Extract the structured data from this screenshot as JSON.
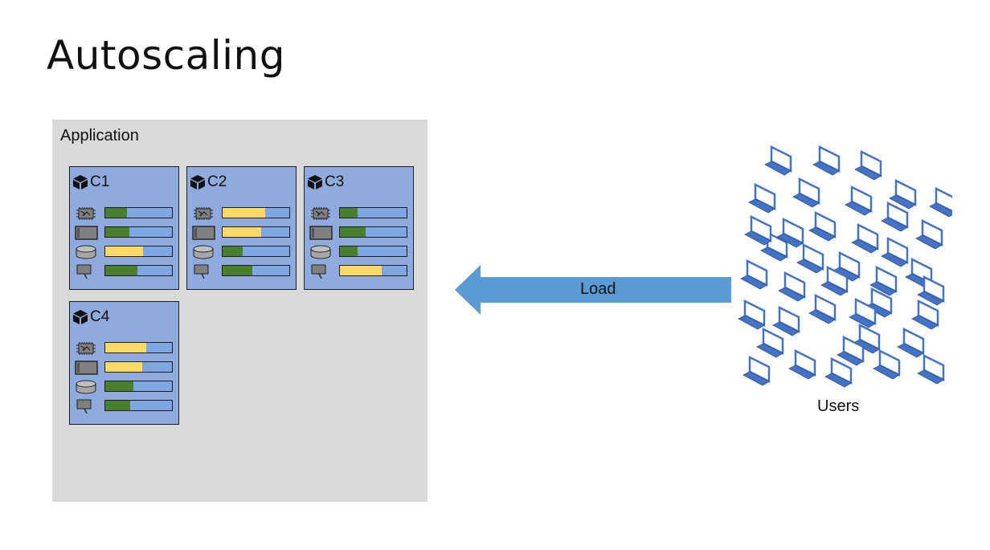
{
  "title": "Autoscaling",
  "application": {
    "label": "Application",
    "containers": [
      {
        "name": "C1",
        "metrics": [
          {
            "kind": "cpu",
            "level": 0.33,
            "status": "ok"
          },
          {
            "kind": "memory",
            "level": 0.36,
            "status": "ok"
          },
          {
            "kind": "disk",
            "level": 0.57,
            "status": "warn"
          },
          {
            "kind": "network",
            "level": 0.48,
            "status": "ok"
          }
        ]
      },
      {
        "name": "C2",
        "metrics": [
          {
            "kind": "cpu",
            "level": 0.64,
            "status": "warn"
          },
          {
            "kind": "memory",
            "level": 0.58,
            "status": "warn"
          },
          {
            "kind": "disk",
            "level": 0.3,
            "status": "ok"
          },
          {
            "kind": "network",
            "level": 0.45,
            "status": "ok"
          }
        ]
      },
      {
        "name": "C3",
        "metrics": [
          {
            "kind": "cpu",
            "level": 0.27,
            "status": "ok"
          },
          {
            "kind": "memory",
            "level": 0.39,
            "status": "ok"
          },
          {
            "kind": "disk",
            "level": 0.27,
            "status": "ok"
          },
          {
            "kind": "network",
            "level": 0.63,
            "status": "warn"
          }
        ]
      },
      {
        "name": "C4",
        "metrics": [
          {
            "kind": "cpu",
            "level": 0.61,
            "status": "warn"
          },
          {
            "kind": "memory",
            "level": 0.55,
            "status": "warn"
          },
          {
            "kind": "disk",
            "level": 0.42,
            "status": "ok"
          },
          {
            "kind": "network",
            "level": 0.37,
            "status": "ok"
          }
        ]
      }
    ]
  },
  "load": {
    "label": "Load",
    "direction": "left"
  },
  "users": {
    "label": "Users",
    "count": 39
  },
  "colors": {
    "app_bg": "#d9d9d9",
    "container_bg": "#8fabde",
    "bar_bg": "#7ea6e0",
    "ok": "#4a7f2f",
    "warn": "#ffd966",
    "arrow": "#5b9bd5",
    "laptop": "#4472c4"
  }
}
